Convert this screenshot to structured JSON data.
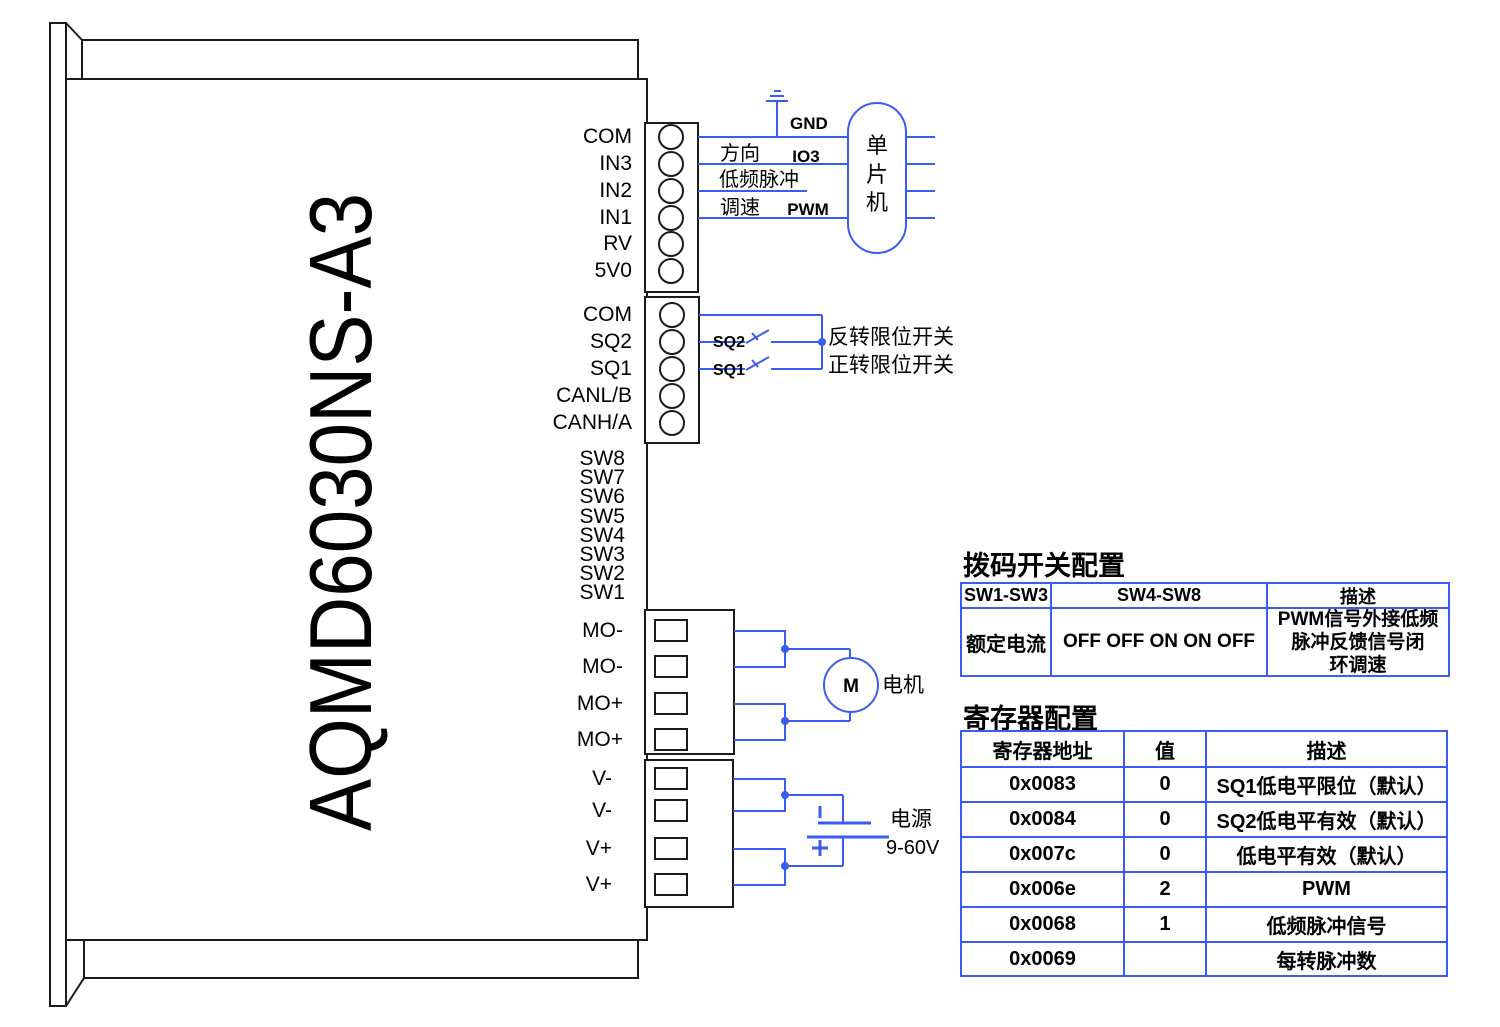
{
  "diagram": {
    "model": "AQMD6030NS-A3",
    "pins": {
      "signal_block": [
        "COM",
        "IN3",
        "IN2",
        "IN1",
        "RV",
        "5V0"
      ],
      "control_block": [
        "COM",
        "SQ2",
        "SQ1",
        "CANL/B",
        "CANH/A"
      ],
      "dip_switches": [
        "SW8",
        "SW7",
        "SW6",
        "SW5",
        "SW4",
        "SW3",
        "SW2",
        "SW1"
      ],
      "motor_block": [
        "MO-",
        "MO-",
        "MO+",
        "MO+"
      ],
      "power_block": [
        "V-",
        "V-",
        "V+",
        "V+"
      ]
    },
    "labels": {
      "gnd": "GND",
      "direction": "方向",
      "io3": "IO3",
      "low_freq_pulse": "低频脉冲",
      "speed": "调速",
      "pwm": "PWM",
      "mcu_chars": [
        "单",
        "片",
        "机"
      ],
      "sq2": "SQ2",
      "sq1": "SQ1",
      "reverse_limit": "反转限位开关",
      "forward_limit": "正转限位开关",
      "motor_symbol": "M",
      "motor": "电机",
      "power_supply": "电源",
      "voltage_range": "9-60V"
    }
  },
  "dip_table": {
    "title": "拨码开关配置",
    "headers": [
      "SW1-SW3",
      "SW4-SW8",
      "描述"
    ],
    "row": {
      "sw1_3": "额定电流",
      "sw4_8": "OFF OFF ON ON OFF",
      "desc_lines": [
        "PWM信号外接低频",
        "脉冲反馈信号闭",
        "环调速"
      ]
    }
  },
  "register_table": {
    "title": "寄存器配置",
    "headers": [
      "寄存器地址",
      "值",
      "描述"
    ],
    "rows": [
      {
        "addr": "0x0083",
        "value": "0",
        "desc": "SQ1低电平限位（默认）"
      },
      {
        "addr": "0x0084",
        "value": "0",
        "desc": "SQ2低电平有效（默认）"
      },
      {
        "addr": "0x007c",
        "value": "0",
        "desc": "低电平有效（默认）"
      },
      {
        "addr": "0x006e",
        "value": "2",
        "desc": "PWM"
      },
      {
        "addr": "0x0068",
        "value": "1",
        "desc": "低频脉冲信号"
      },
      {
        "addr": "0x0069",
        "value": "",
        "desc": "每转脉冲数"
      }
    ]
  },
  "colors": {
    "wire_blue": "#3a5cf2",
    "line_black": "#1b1b1b"
  }
}
